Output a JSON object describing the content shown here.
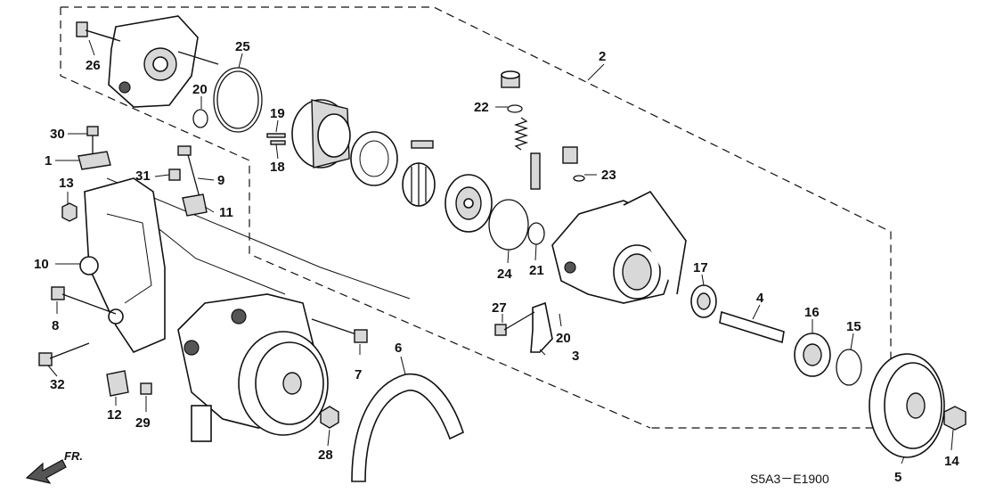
{
  "diagram": {
    "part_labels": {
      "p1": "1",
      "p2": "2",
      "p3": "3",
      "p4": "4",
      "p5": "5",
      "p6": "6",
      "p7": "7",
      "p8": "8",
      "p9": "9",
      "p10": "10",
      "p11": "11",
      "p12": "12",
      "p13": "13",
      "p14": "14",
      "p15": "15",
      "p16": "16",
      "p17": "17",
      "p18": "18",
      "p19": "19",
      "p20a": "20",
      "p20b": "20",
      "p21": "21",
      "p22": "22",
      "p23": "23",
      "p24": "24",
      "p25": "25",
      "p26": "26",
      "p27": "27",
      "p28": "28",
      "p29": "29",
      "p30": "30",
      "p31": "31",
      "p32": "32"
    },
    "diagram_code": "S5A3－E1900",
    "front_marker": "FR."
  }
}
